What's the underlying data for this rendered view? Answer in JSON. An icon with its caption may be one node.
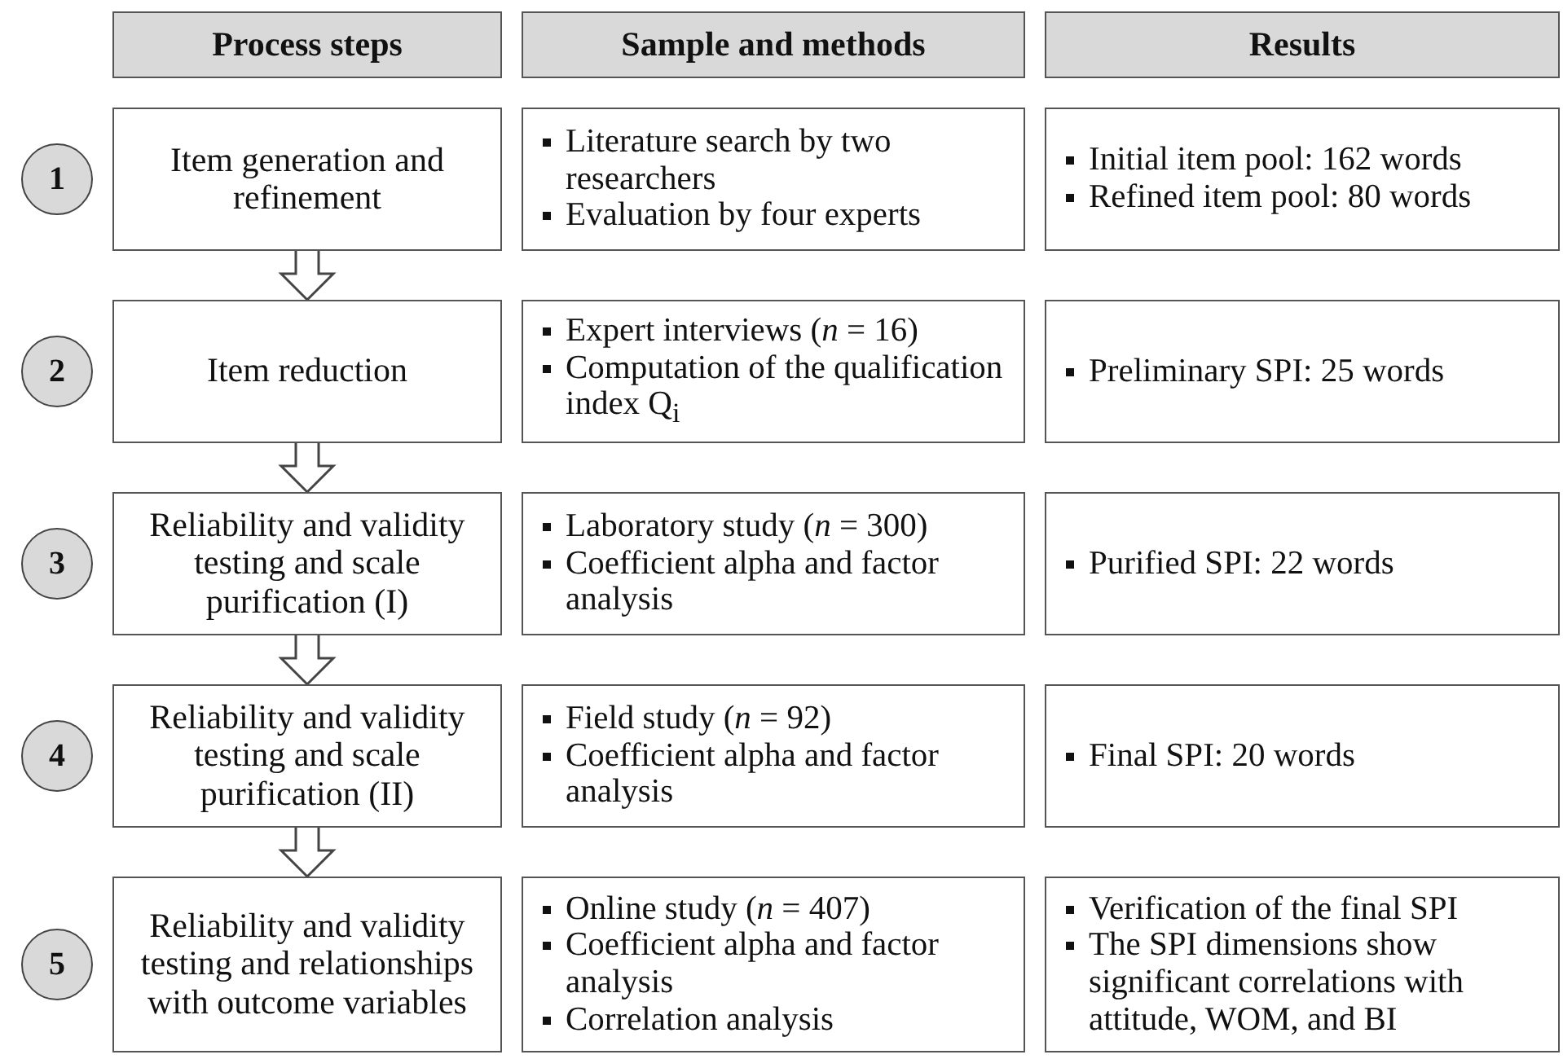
{
  "diagram": {
    "nodes": [
      {
        "text": [
          "Process steps"
        ]
      },
      {
        "text": [
          "Sample and methods"
        ]
      },
      {
        "text": [
          "Results"
        ]
      },
      {
        "text": [
          "1"
        ]
      },
      {
        "text": [
          "Item generation and refinement"
        ]
      },
      {
        "text": [
          "Literature search by two researchers",
          "Evaluation by four experts"
        ]
      },
      {
        "text": [
          "Initial item pool: 162 words",
          "Refined item pool: 80 words"
        ]
      },
      {
        "text": [
          "2"
        ]
      },
      {
        "text": [
          "Item reduction"
        ]
      },
      {
        "text": [
          "Expert interviews (*n* = 16)",
          "Computation of the qualification index Q$_{i}$"
        ]
      },
      {
        "text": [
          "Preliminary SPI: 25 words"
        ]
      },
      {
        "text": [
          "3"
        ]
      },
      {
        "text": [
          "Reliability and validity testing and scale purification (I)"
        ]
      },
      {
        "text": [
          "Laboratory study (*n* = 300)",
          "Coefficient alpha and factor analysis"
        ]
      },
      {
        "text": [
          "Purified SPI: 22 words"
        ]
      },
      {
        "text": [
          "4"
        ]
      },
      {
        "text": [
          "Reliability and validity testing and scale purification (II)"
        ]
      },
      {
        "text": [
          "Field study (*n* = 92)",
          "Coefficient alpha and factor analysis"
        ]
      },
      {
        "text": [
          "Final SPI: 20 words"
        ]
      },
      {
        "text": [
          "5"
        ]
      },
      {
        "text": [
          "Reliability and validity testing and relationships with outcome variables"
        ]
      },
      {
        "text": [
          "Online study (*n* = 407)",
          "Coefficient alpha and factor analysis",
          "Correlation analysis"
        ]
      },
      {
        "text": [
          "Verification of the final SPI",
          "The SPI dimensions show significant correlations with attitude, WOM, and BI"
        ]
      }
    ],
    "edges": [
      {
        "from": 4,
        "to": 8,
        "arrow": "to"
      },
      {
        "from": 8,
        "to": 12,
        "arrow": "to"
      },
      {
        "from": 12,
        "to": 16,
        "arrow": "to"
      },
      {
        "from": 16,
        "to": 20,
        "arrow": "to"
      }
    ]
  }
}
